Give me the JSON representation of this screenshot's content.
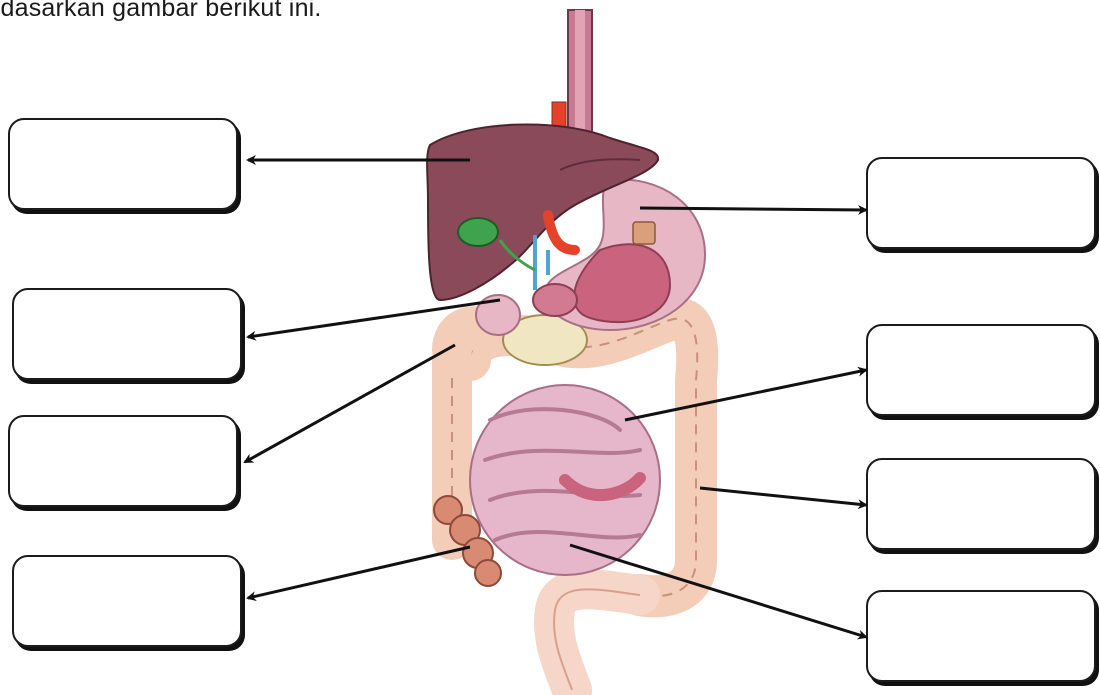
{
  "instruction": "rdasarkan gambar berikut ini.",
  "left_boxes": [
    {
      "id": "box-left-1",
      "target": "liver",
      "answer": ""
    },
    {
      "id": "box-left-2",
      "target": "pancreas",
      "answer": ""
    },
    {
      "id": "box-left-3",
      "target": "ascending-colon",
      "answer": ""
    },
    {
      "id": "box-left-4",
      "target": "appendix-cecum",
      "answer": ""
    }
  ],
  "right_boxes": [
    {
      "id": "box-right-1",
      "target": "stomach",
      "answer": ""
    },
    {
      "id": "box-right-2",
      "target": "small-intestine",
      "answer": ""
    },
    {
      "id": "box-right-3",
      "target": "descending-colon",
      "answer": ""
    },
    {
      "id": "box-right-4",
      "target": "rectum",
      "answer": ""
    }
  ],
  "colors": {
    "liver": "#8b4a5a",
    "gallbladder": "#3fa34d",
    "stomach": "#e7b7c6",
    "stomach_inner": "#c9637e",
    "colon": "#f4cdb9",
    "small_intestine": "#e6b6cb",
    "appendix": "#d98a72",
    "esophagus": "#c77a93",
    "aorta": "#e5422c",
    "vein": "#4aa6d8",
    "arrow": "#111111"
  }
}
